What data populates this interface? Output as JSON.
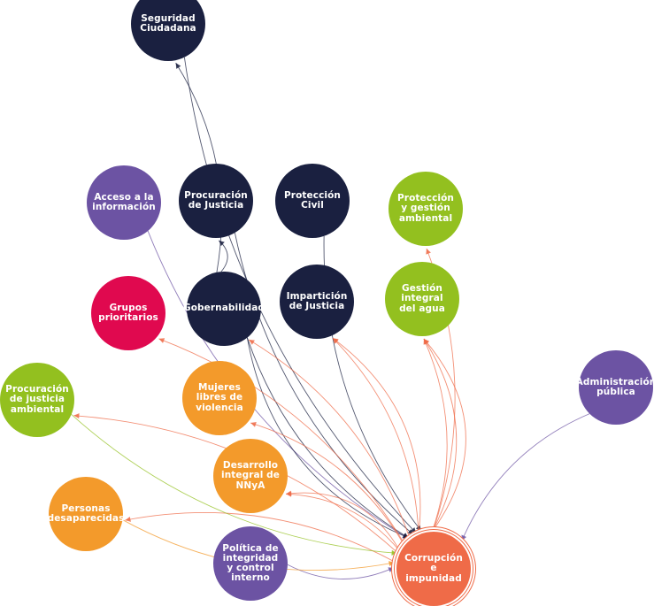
{
  "colors": {
    "navy": "#1a2040",
    "purple": "#6c53a3",
    "green": "#93c01f",
    "red": "#e0094f",
    "orange": "#f39a2b",
    "coral": "#ef6b48"
  },
  "nodes": [
    {
      "id": "seguridad",
      "label": "Seguridad\nCiudadana",
      "color": "navy"
    },
    {
      "id": "acceso",
      "label": "Acceso a la\ninformación",
      "color": "purple"
    },
    {
      "id": "procuracion",
      "label": "Procuración\nde Justicia",
      "color": "navy"
    },
    {
      "id": "proteccion_civil",
      "label": "Protección\nCivil",
      "color": "navy"
    },
    {
      "id": "proteccion_amb",
      "label": "Protección\ny gestión\nambiental",
      "color": "green"
    },
    {
      "id": "grupos",
      "label": "Grupos\nprioritarios",
      "color": "red"
    },
    {
      "id": "gobernabilidad",
      "label": "Gobernabilidad",
      "color": "navy"
    },
    {
      "id": "imparticion",
      "label": "Impartición\nde Justicia",
      "color": "navy"
    },
    {
      "id": "agua",
      "label": "Gestión\nintegral\ndel agua",
      "color": "green"
    },
    {
      "id": "admin",
      "label": "Administración\npública",
      "color": "purple"
    },
    {
      "id": "proc_amb",
      "label": "Procuración\nde justicia\nambiental",
      "color": "green"
    },
    {
      "id": "mujeres",
      "label": "Mujeres\nlibres de\nviolencia",
      "color": "orange"
    },
    {
      "id": "nnya",
      "label": "Desarrollo\nintegral de\nNNyA",
      "color": "orange"
    },
    {
      "id": "personas",
      "label": "Personas\ndesaparecidas",
      "color": "orange"
    },
    {
      "id": "politica",
      "label": "Política de\nintegridad\ny control\ninterno",
      "color": "purple"
    },
    {
      "id": "corrupcion",
      "label": "Corrupción\ne impunidad",
      "color": "coral"
    }
  ],
  "edges": [
    {
      "from": "proteccion_civil",
      "to": "corrupcion"
    },
    {
      "from": "seguridad",
      "to": "corrupcion"
    },
    {
      "from": "acceso",
      "to": "corrupcion"
    },
    {
      "from": "procuracion",
      "to": "corrupcion"
    },
    {
      "from": "gobernabilidad",
      "to": "corrupcion"
    },
    {
      "from": "gobernabilidad",
      "to": "corrupcion"
    },
    {
      "from": "gobernabilidad",
      "to": "seguridad"
    },
    {
      "from": "gobernabilidad",
      "to": "procuracion"
    },
    {
      "from": "admin",
      "to": "corrupcion"
    },
    {
      "from": "politica",
      "to": "corrupcion"
    },
    {
      "from": "corrupcion",
      "to": "imparticion"
    },
    {
      "from": "corrupcion",
      "to": "imparticion"
    },
    {
      "from": "corrupcion",
      "to": "agua"
    },
    {
      "from": "corrupcion",
      "to": "agua"
    },
    {
      "from": "corrupcion",
      "to": "agua"
    },
    {
      "from": "corrupcion",
      "to": "proteccion_amb"
    },
    {
      "from": "corrupcion",
      "to": "gobernabilidad"
    },
    {
      "from": "corrupcion",
      "to": "grupos"
    },
    {
      "from": "corrupcion",
      "to": "mujeres"
    },
    {
      "from": "corrupcion",
      "to": "nnya"
    },
    {
      "from": "corrupcion",
      "to": "nnya"
    },
    {
      "from": "corrupcion",
      "to": "proc_amb"
    },
    {
      "from": "corrupcion",
      "to": "personas"
    },
    {
      "from": "personas",
      "to": "corrupcion"
    },
    {
      "from": "proc_amb",
      "to": "corrupcion"
    }
  ]
}
